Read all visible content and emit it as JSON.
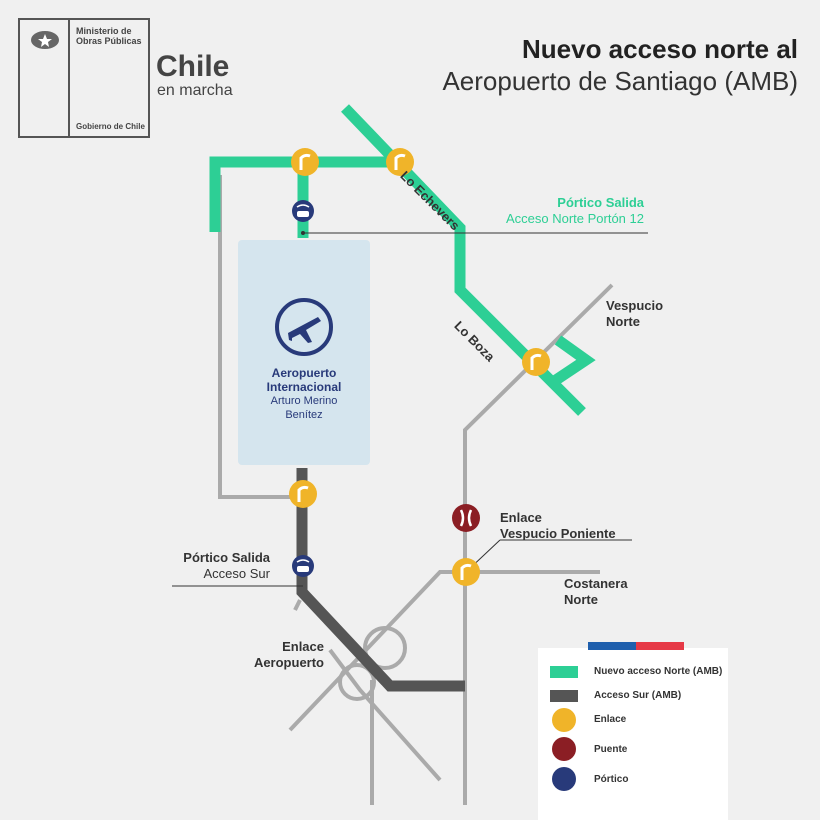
{
  "logo": {
    "ministry": "Ministerio de Obras Públicas",
    "government": "Gobierno de Chile",
    "brand": "Chile",
    "brand_sub": "en marcha"
  },
  "title": {
    "line1": "Nuevo acceso norte al",
    "line2": "Aeropuerto de Santiago (AMB)"
  },
  "map": {
    "streets": {
      "lo_echevers": "Lo Echevers",
      "lo_boza": "Lo Boza",
      "vespucio_norte": "Vespucio Norte",
      "costanera_norte": "Costanera Norte"
    },
    "portico_norte": {
      "title": "Pórtico Salida",
      "subtitle": "Acceso Norte Portón 12"
    },
    "portico_sur": {
      "title": "Pórtico Salida",
      "subtitle": "Acceso Sur"
    },
    "enlace_vespucio": {
      "title": "Enlace",
      "subtitle": "Vespucio Poniente"
    },
    "enlace_aeropuerto": {
      "title": "Enlace",
      "subtitle": "Aeropuerto"
    },
    "airport": {
      "line1": "Aeropuerto",
      "line2": "Internacional",
      "line3": "Arturo Merino",
      "line4": "Benítez"
    }
  },
  "legend": {
    "items": [
      {
        "label": "Nuevo acceso Norte (AMB)",
        "icon": "green-line"
      },
      {
        "label": "Acceso Sur (AMB)",
        "icon": "dark-line"
      },
      {
        "label": "Enlace",
        "icon": "enlace-icon"
      },
      {
        "label": "Puente",
        "icon": "puente-icon"
      },
      {
        "label": "Pórtico",
        "icon": "portico-icon"
      }
    ]
  },
  "colors": {
    "green": "#2dcf95",
    "dark": "#555555",
    "enlace": "#f0b429",
    "puente": "#8b1e24",
    "portico": "#283a7a",
    "airport": "#d5e5ee"
  }
}
